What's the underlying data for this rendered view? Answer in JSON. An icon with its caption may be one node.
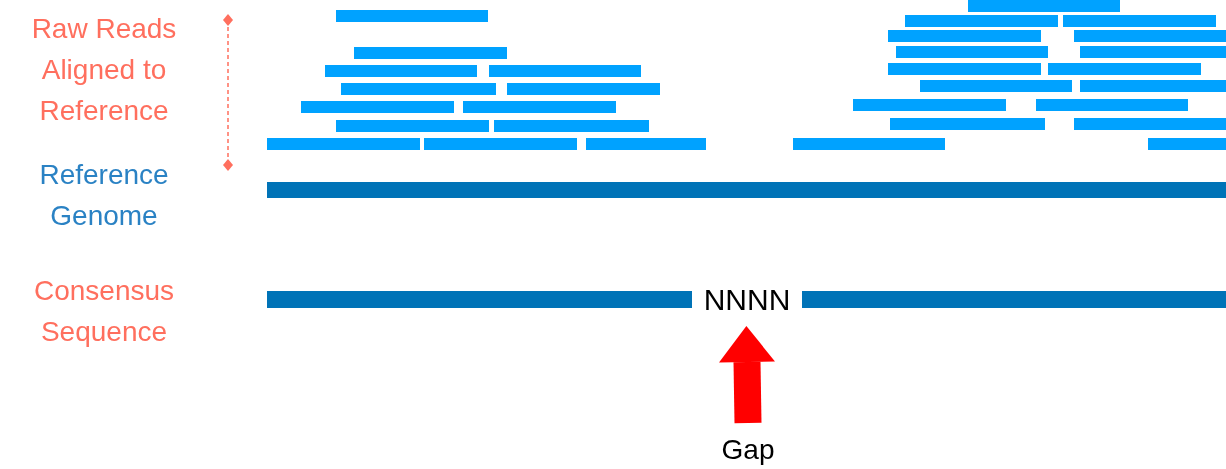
{
  "diagram": {
    "nodes": [
      {
        "text": [
          "NNNN"
        ]
      },
      {
        "text": [
          "Gap"
        ]
      }
    ],
    "edges": [
      {
        "from": 1,
        "to": 0,
        "arrow": "to"
      }
    ],
    "labels": [
      "Raw Reads Aligned to Reference",
      "Reference Genome",
      "Consensus Sequence"
    ]
  }
}
